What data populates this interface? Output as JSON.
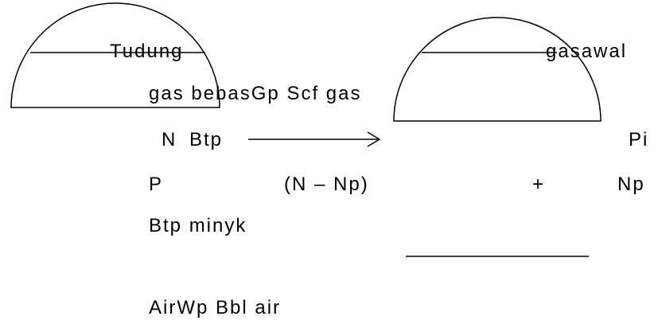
{
  "labels": {
    "tudung": "Tudung",
    "gasawal": "gasawal",
    "gas_bebas": "gas bebasGp Scf gas",
    "n": "N",
    "btp": "Btp",
    "pi": "Pi",
    "p": "P",
    "n_minus_np": "(N – Np)",
    "plus": "+",
    "np": "Np",
    "btp_minyk": "Btp minyk",
    "air": "AirWp  Bbl air"
  }
}
